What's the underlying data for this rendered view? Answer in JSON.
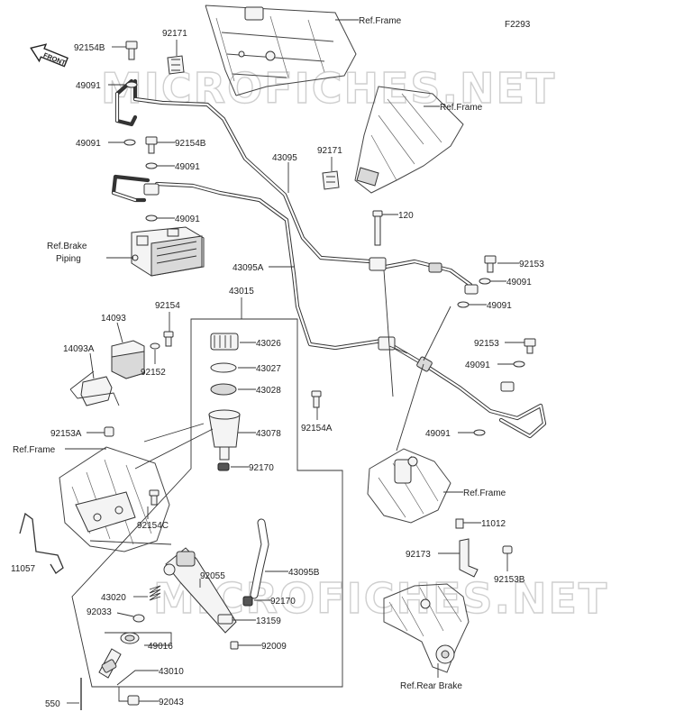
{
  "figure_code": "F2293",
  "watermarks": [
    "MICROFICHES.NET",
    "MICROFICHES.NET"
  ],
  "front_badge": "FRONT",
  "references": {
    "frame_top": "Ref.Frame",
    "frame_mid": "Ref.Frame",
    "frame_left": "Ref.Frame",
    "frame_lower": "Ref.Frame",
    "brake_piping_line1": "Ref.Brake",
    "brake_piping_line2": "Piping",
    "rear_brake": "Ref.Rear Brake"
  },
  "parts": {
    "p92154B_a": "92154B",
    "p49091_a": "49091",
    "p92171_a": "92171",
    "p49091_b": "49091",
    "p92154B_b": "92154B",
    "p49091_c": "49091",
    "p43095": "43095",
    "p92171_b": "92171",
    "p49091_d": "49091",
    "p120": "120",
    "p43095A": "43095A",
    "p92153_a": "92153",
    "p49091_e": "49091",
    "p49091_f": "49091",
    "p43015": "43015",
    "p92154": "92154",
    "p14093": "14093",
    "p14093A": "14093A",
    "p92152": "92152",
    "p43026": "43026",
    "p43027": "43027",
    "p43028": "43028",
    "p92153_b": "92153",
    "p49091_g": "49091",
    "p92154A": "92154A",
    "p43078": "43078",
    "p49091_h": "49091",
    "p92153A": "92153A",
    "p92170_a": "92170",
    "p92154C": "92154C",
    "p11057": "11057",
    "p11012": "11012",
    "p92173": "92173",
    "p92153B": "92153B",
    "p92055": "92055",
    "p43095B": "43095B",
    "p43020": "43020",
    "p92170_b": "92170",
    "p92033": "92033",
    "p13159": "13159",
    "p49016": "49016",
    "p92009": "92009",
    "p43010": "43010",
    "p550": "550",
    "p92043": "92043"
  }
}
